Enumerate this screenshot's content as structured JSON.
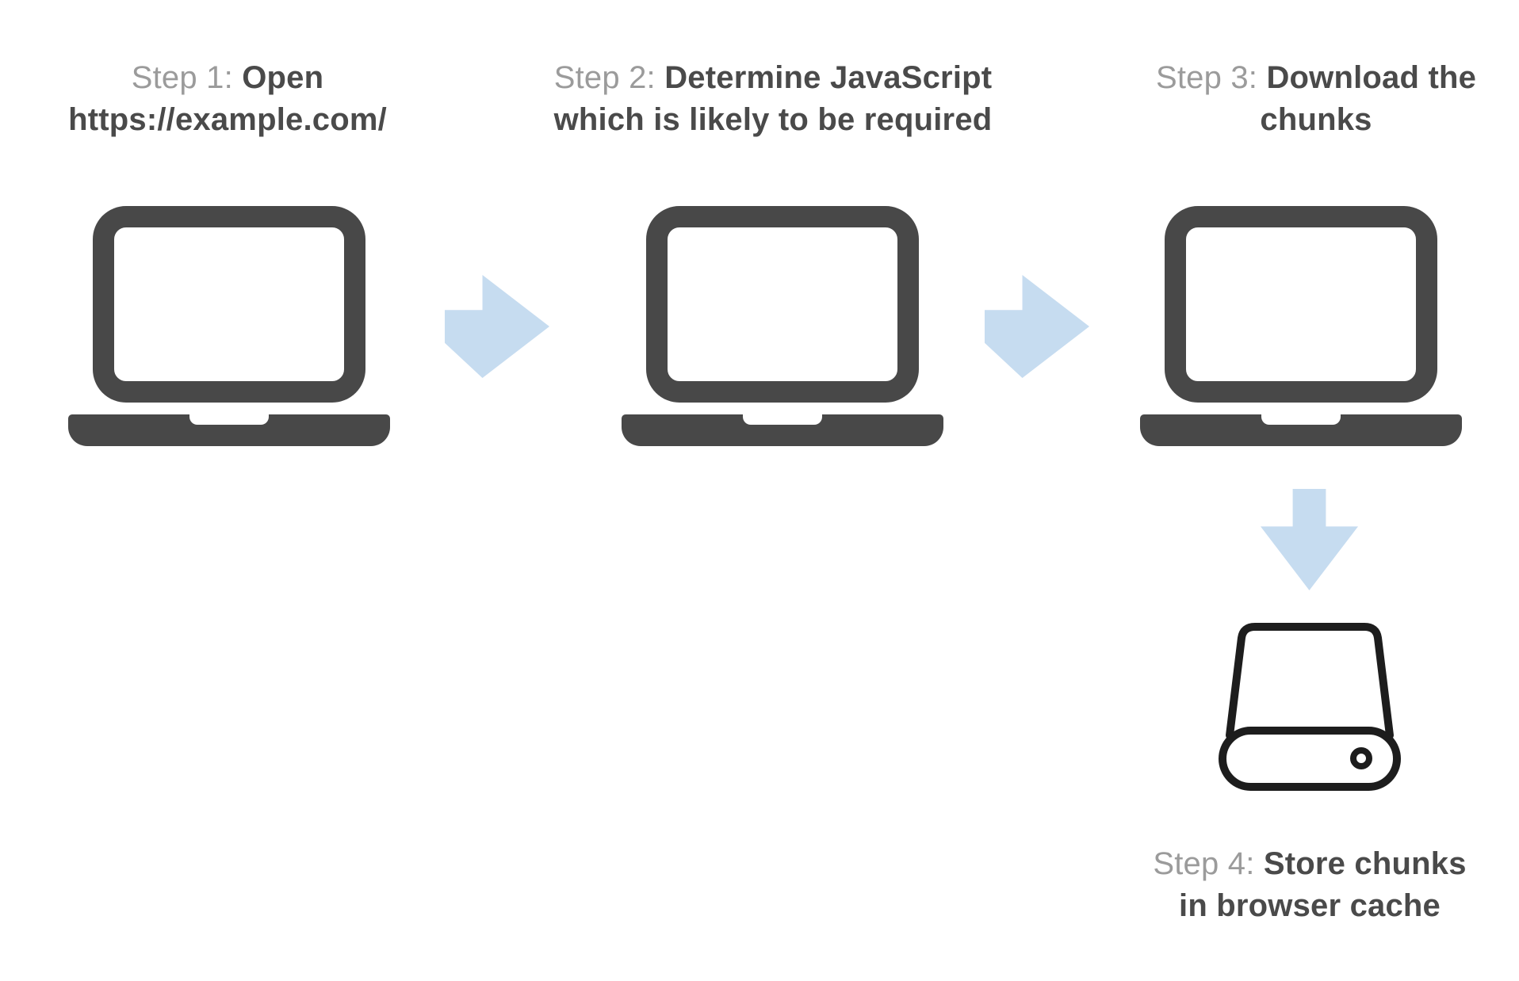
{
  "diagram": {
    "colors": {
      "background": "#ffffff",
      "device_gray": "#484848",
      "arrow_fill": "#c6dcf0",
      "step_prefix_gray": "#9b9b9b",
      "step_title_gray": "#4a4a4a",
      "drive_outline": "#1d1d1d"
    },
    "steps": [
      {
        "prefix": "Step 1:",
        "title": "Open https://example.com/",
        "icon": "laptop-icon"
      },
      {
        "prefix": "Step 2:",
        "title": "Determine JavaScript which is likely to be required",
        "icon": "laptop-icon"
      },
      {
        "prefix": "Step 3:",
        "title": "Download the chunks",
        "icon": "laptop-icon"
      },
      {
        "prefix": "Step 4:",
        "title": "Store chunks in browser cache",
        "icon": "hard-drive-icon"
      }
    ],
    "connectors": [
      {
        "icon": "arrow-right-icon",
        "from": 1,
        "to": 2
      },
      {
        "icon": "arrow-right-icon",
        "from": 2,
        "to": 3
      },
      {
        "icon": "arrow-down-icon",
        "from": 3,
        "to": 4
      }
    ]
  }
}
